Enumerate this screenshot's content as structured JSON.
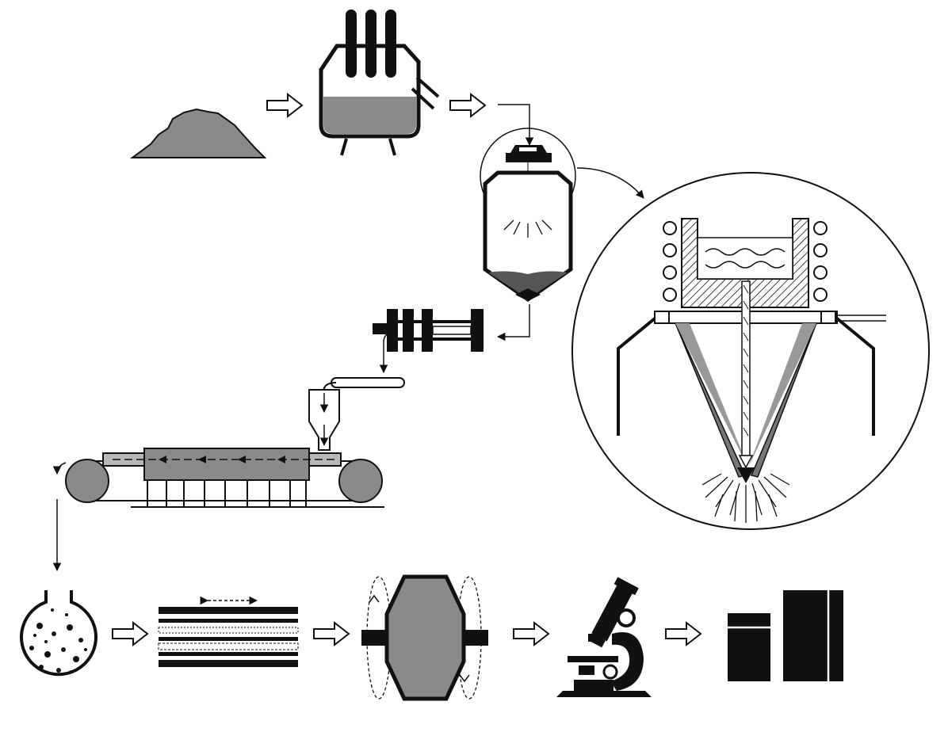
{
  "diagram": {
    "kind": "process-flow",
    "labels": [],
    "stages": [
      {
        "id": "raw-powder",
        "icon": "powder-pile-icon"
      },
      {
        "id": "melting-furnace",
        "icon": "furnace-with-electrodes-icon"
      },
      {
        "id": "atomization-tower",
        "icon": "atomizer-tower-icon"
      },
      {
        "id": "atomizer-detail",
        "icon": "magnified-nozzle-icon"
      },
      {
        "id": "valve-press",
        "icon": "compaction-valve-icon"
      },
      {
        "id": "cyclone",
        "icon": "cyclone-separator-icon"
      },
      {
        "id": "belt-furnace",
        "icon": "conveyor-furnace-icon"
      },
      {
        "id": "sintered-sphere",
        "icon": "porous-sphere-icon"
      },
      {
        "id": "rolling",
        "icon": "layered-rolling-icon"
      },
      {
        "id": "hot-pressing",
        "icon": "isostatic-press-icon"
      },
      {
        "id": "inspection",
        "icon": "microscope-icon"
      },
      {
        "id": "final-product",
        "icon": "product-blocks-icon"
      }
    ],
    "colors": {
      "ink": "#111111",
      "fill_gray": "#8a8a8a",
      "light_gray": "#b9b9b9",
      "background": "#ffffff"
    }
  }
}
